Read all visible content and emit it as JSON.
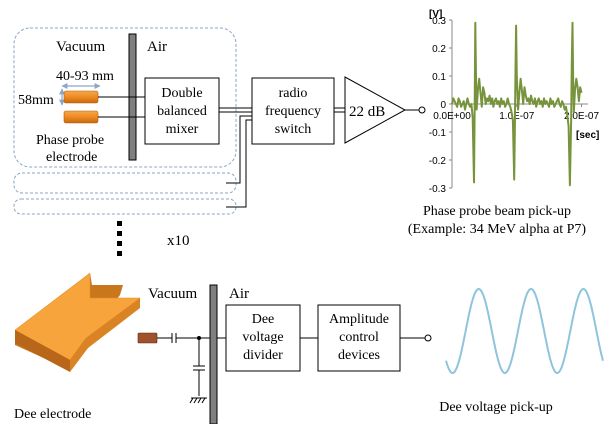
{
  "top": {
    "vacuum_label": "Vacuum",
    "air_label": "Air",
    "distance_label": "40-93 mm",
    "height_label": "58mm",
    "probe_label_line1": "Phase probe",
    "probe_label_line2": "electrode",
    "mixer_line1": "Double",
    "mixer_line2": "balanced",
    "mixer_line3": "mixer",
    "switch_line1": "radio",
    "switch_line2": "frequency",
    "switch_line3": "switch",
    "amp_label": "22 dB",
    "multiplier_label": "x10",
    "caption_line1": "Phase probe beam pick-up",
    "caption_line2": "(Example: 34 MeV alpha at P7)"
  },
  "bottom": {
    "vacuum_label": "Vacuum",
    "air_label": "Air",
    "divider_line1": "Dee",
    "divider_line2": "voltage",
    "divider_line3": "divider",
    "amplitude_line1": "Amplitude",
    "amplitude_line2": "control",
    "amplitude_line3": "devices",
    "dee_label": "Dee electrode",
    "pickup_label": "Dee voltage pick-up"
  },
  "colors": {
    "electrode_orange": "#ee8a22",
    "dee_orange": "#f7a43c",
    "signal_green": "#77933c",
    "sine_blue": "#8fc4dc",
    "dashed_border": "#8aa6c8"
  },
  "chart_data": {
    "type": "line",
    "x_unit": "[sec]",
    "y_unit": "[V]",
    "ylim": [
      -0.3,
      0.3
    ],
    "xlim": [
      0,
      2.1e-07
    ],
    "y_ticks": [
      "0.3",
      "0.2",
      "0.1",
      "0",
      "-0.1",
      "-0.2",
      "-0.3"
    ],
    "y_tick_values": [
      0.3,
      0.2,
      0.1,
      0,
      -0.1,
      -0.2,
      -0.3
    ],
    "x_ticks": [
      "0.0E+00",
      "1.0E-07",
      "2.0E-07"
    ],
    "x_tick_values": [
      0,
      1e-07,
      2e-07
    ],
    "series": [
      {
        "x": [
          0,
          2e-09,
          4e-09,
          6e-09,
          8e-09,
          1e-08,
          1.2e-08,
          1.4e-08,
          1.6e-08,
          1.8e-08,
          2e-08,
          2.2e-08,
          2.4e-08,
          2.6e-08,
          2.8e-08,
          3e-08,
          3.2e-08,
          3.4e-08,
          3.5e-08,
          3.6e-08,
          3.7e-08,
          3.8e-08,
          4e-08,
          4.2e-08,
          4.4e-08,
          4.6e-08,
          4.8e-08,
          5e-08,
          5.2e-08,
          5.4e-08,
          5.6e-08,
          5.8e-08,
          6e-08,
          6.2e-08,
          6.4e-08,
          6.6e-08,
          6.8e-08,
          7e-08,
          7.2e-08,
          7.4e-08,
          7.6e-08,
          7.8e-08,
          8e-08,
          8.2e-08,
          8.4e-08,
          8.6e-08,
          8.8e-08,
          9e-08,
          9.2e-08,
          9.4e-08,
          9.6e-08,
          9.7e-08,
          9.8e-08,
          9.9e-08,
          1e-07,
          1.02e-07,
          1.04e-07,
          1.06e-07,
          1.08e-07,
          1.1e-07,
          1.12e-07,
          1.14e-07,
          1.16e-07,
          1.18e-07,
          1.2e-07,
          1.22e-07,
          1.24e-07,
          1.26e-07,
          1.28e-07,
          1.3e-07,
          1.32e-07,
          1.34e-07,
          1.36e-07,
          1.38e-07,
          1.4e-07,
          1.42e-07,
          1.44e-07,
          1.46e-07,
          1.48e-07,
          1.5e-07,
          1.52e-07,
          1.54e-07,
          1.56e-07,
          1.58e-07,
          1.6e-07,
          1.62e-07,
          1.64e-07,
          1.66e-07,
          1.68e-07,
          1.7e-07,
          1.72e-07,
          1.74e-07,
          1.76e-07,
          1.78e-07,
          1.8e-07,
          1.82e-07,
          1.84e-07,
          1.85e-07,
          1.86e-07,
          1.87e-07,
          1.88e-07,
          1.9e-07,
          1.92e-07,
          1.94e-07,
          1.96e-07,
          1.98e-07,
          2e-07
        ],
        "y": [
          0.0,
          0.02,
          0.01,
          0.0,
          -0.01,
          0.02,
          0.01,
          -0.01,
          0.0,
          0.01,
          -0.02,
          0.0,
          0.02,
          0.0,
          -0.01,
          0.0,
          -0.05,
          -0.28,
          0.0,
          0.29,
          0.1,
          -0.02,
          0.05,
          0.09,
          0.04,
          -0.01,
          0.06,
          0.04,
          0.0,
          0.02,
          0.01,
          0.03,
          0.0,
          0.02,
          -0.01,
          0.01,
          0.02,
          0.0,
          0.01,
          -0.01,
          0.02,
          0.0,
          0.01,
          -0.01,
          0.0,
          0.02,
          0.0,
          -0.01,
          -0.03,
          -0.06,
          -0.27,
          -0.1,
          0.12,
          0.28,
          0.1,
          -0.02,
          0.04,
          0.09,
          0.05,
          0.0,
          0.06,
          0.03,
          0.01,
          0.02,
          0.0,
          0.03,
          0.01,
          0.0,
          0.02,
          -0.01,
          0.01,
          0.02,
          0.0,
          0.01,
          -0.01,
          0.02,
          0.0,
          0.01,
          0.0,
          -0.01,
          0.02,
          0.0,
          0.01,
          -0.01,
          0.0,
          0.01,
          0.02,
          0.0,
          -0.01,
          0.01,
          0.0,
          -0.02,
          -0.01,
          -0.04,
          -0.08,
          -0.29,
          -0.05,
          0.15,
          0.29,
          0.1,
          -0.03,
          0.05,
          0.09,
          0.06,
          0.01,
          0.06,
          0.04
        ]
      }
    ]
  }
}
